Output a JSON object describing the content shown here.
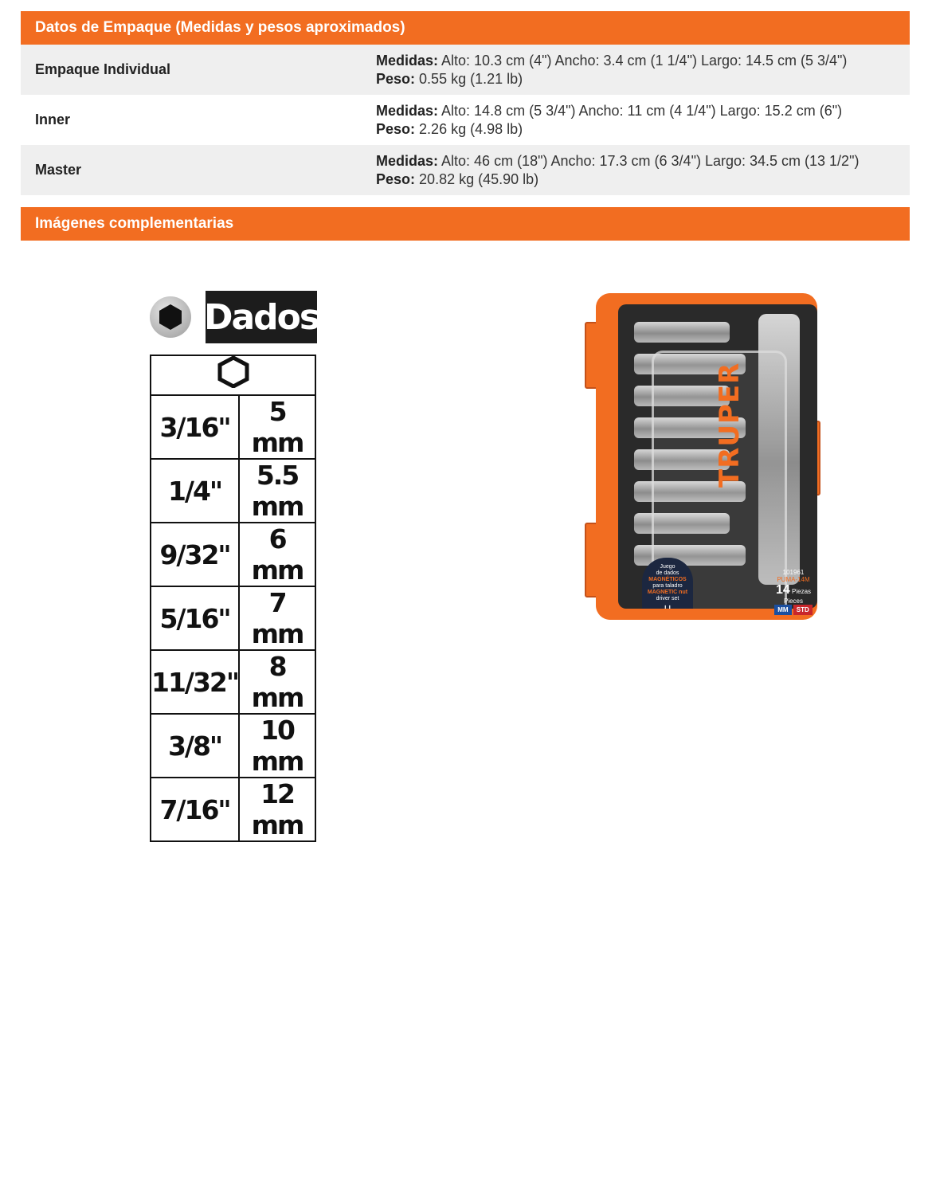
{
  "packaging": {
    "title": "Datos de Empaque (Medidas y pesos aproximados)",
    "measures_label": "Medidas:",
    "weight_label": "Peso:",
    "rows": [
      {
        "label": "Empaque Individual",
        "measures": "Alto: 10.3 cm (4\") Ancho: 3.4 cm (1 1/4\") Largo: 14.5 cm (5 3/4\")",
        "weight": "0.55 kg (1.21 lb)"
      },
      {
        "label": "Inner",
        "measures": "Alto: 14.8 cm (5 3/4\") Ancho: 11 cm (4 1/4\") Largo: 15.2 cm (6\")",
        "weight": "2.26 kg (4.98 lb)"
      },
      {
        "label": "Master",
        "measures": "Alto: 46 cm (18\") Ancho: 17.3 cm (6 3/4\") Largo: 34.5 cm (13 1/2\")",
        "weight": "20.82 kg (45.90 lb)"
      }
    ]
  },
  "images": {
    "title": "Imágenes complementarias"
  },
  "sizes_chart": {
    "heading": "Dados",
    "header_icon": "hexagon-socket-icon",
    "rows": [
      {
        "inch": "3/16\"",
        "mm": "5 mm"
      },
      {
        "inch": "1/4\"",
        "mm": "5.5 mm"
      },
      {
        "inch": "9/32\"",
        "mm": "6 mm"
      },
      {
        "inch": "5/16\"",
        "mm": "7 mm"
      },
      {
        "inch": "11/32\"",
        "mm": "8 mm"
      },
      {
        "inch": "3/8\"",
        "mm": "10 mm"
      },
      {
        "inch": "7/16\"",
        "mm": "12 mm"
      }
    ]
  },
  "product_image": {
    "brand": "TRUPER",
    "badge_left": {
      "line1": "Juego",
      "line2": "de dados",
      "line3": "MAGNÉTICOS",
      "line4": "para taladro",
      "line5": "MAGNETIC nut",
      "line6": "driver set"
    },
    "badge_right": {
      "code": "101961",
      "model": "PUMA-14M",
      "count": "14",
      "pieces_es": "Piezas",
      "pieces_en": "Pieces",
      "tag_mm": "MM",
      "tag_std": "STD"
    },
    "colors": {
      "case": "#f26d21",
      "tray": "#2a2a2a",
      "badge": "#1c2740"
    }
  },
  "colors": {
    "accent": "#f26d21",
    "row_shade": "#efefef"
  }
}
